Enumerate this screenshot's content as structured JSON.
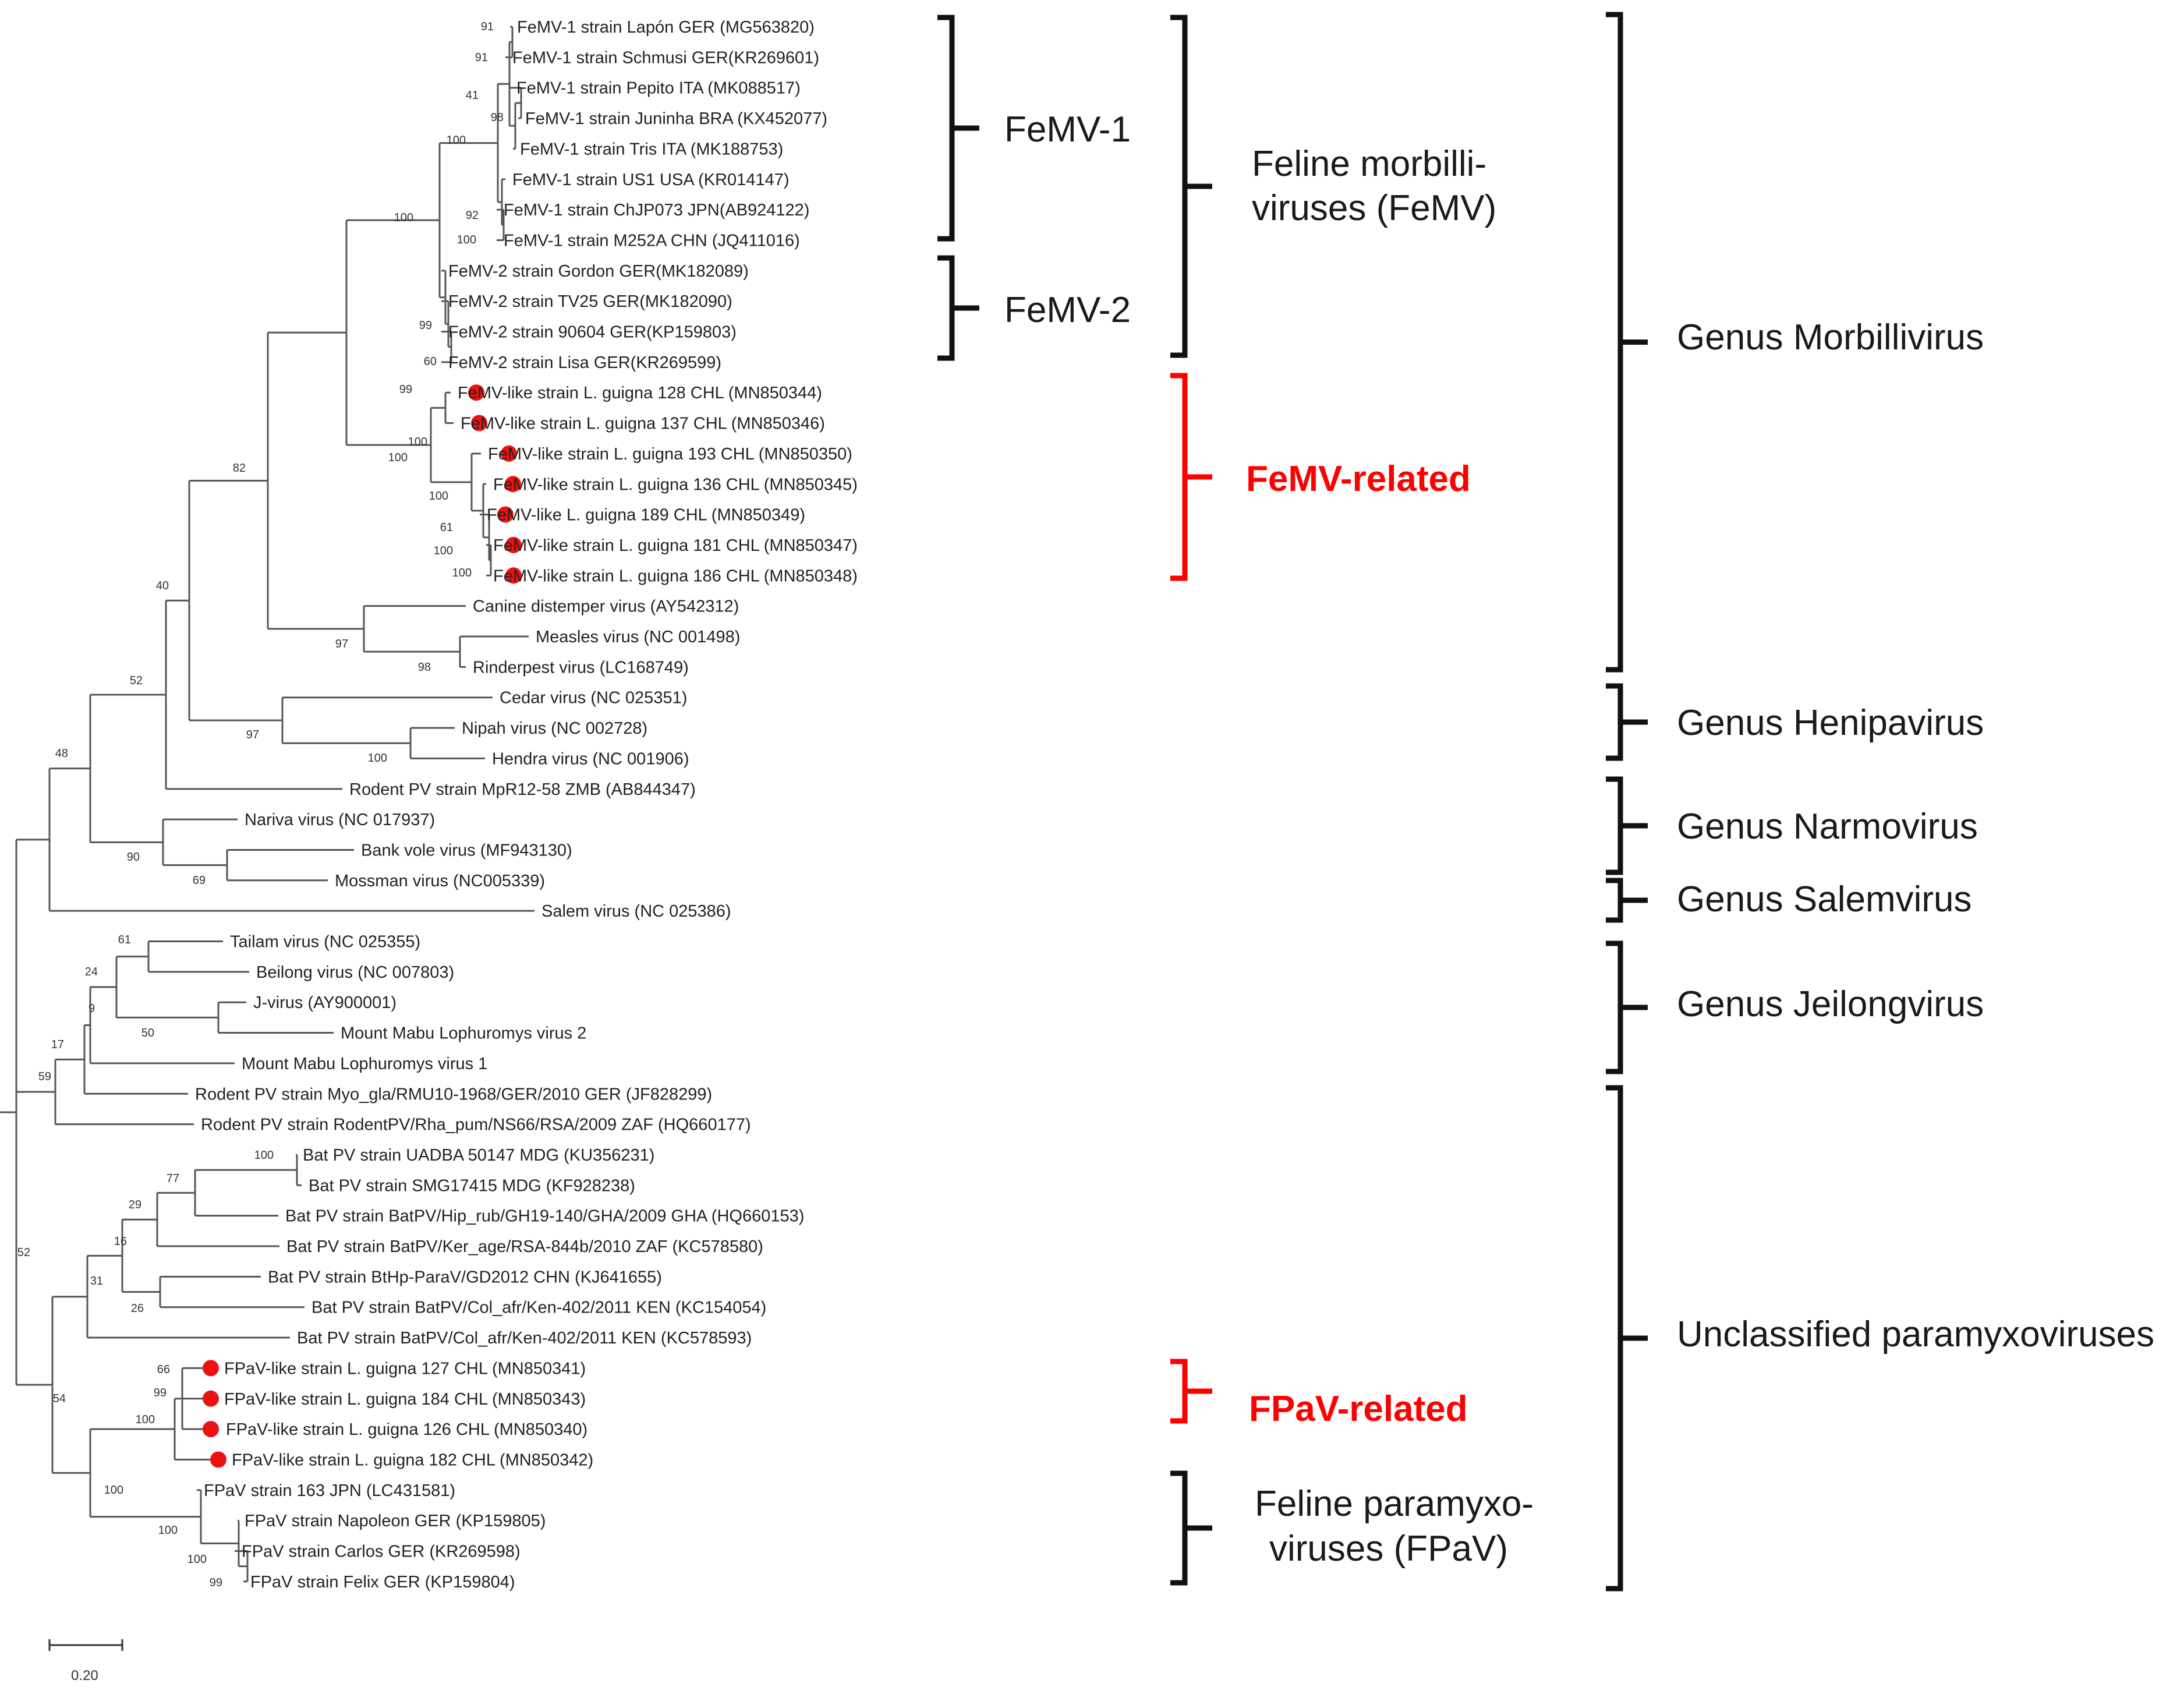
{
  "colors": {
    "branch": "#555555",
    "bracket_black": "#111111",
    "bracket_red": "#ff0000",
    "marker": "#ee1111",
    "label": "#222222"
  },
  "leaves": [
    {
      "label": "FeMV-1 strain Lapón GER (MG563820)",
      "marked": false
    },
    {
      "label": "FeMV-1 strain Schmusi GER(KR269601)",
      "marked": false
    },
    {
      "label": "FeMV-1 strain Pepito ITA (MK088517)",
      "marked": false
    },
    {
      "label": "FeMV-1 strain Juninha BRA (KX452077)",
      "marked": false
    },
    {
      "label": "FeMV-1 strain Tris ITA (MK188753)",
      "marked": false
    },
    {
      "label": "FeMV-1 strain US1 USA (KR014147)",
      "marked": false
    },
    {
      "label": "FeMV-1 strain ChJP073 JPN(AB924122)",
      "marked": false
    },
    {
      "label": "FeMV-1 strain M252A CHN (JQ411016)",
      "marked": false
    },
    {
      "label": "FeMV-2 strain Gordon GER(MK182089)",
      "marked": false
    },
    {
      "label": "FeMV-2 strain TV25 GER(MK182090)",
      "marked": false
    },
    {
      "label": "FeMV-2 strain 90604 GER(KP159803)",
      "marked": false
    },
    {
      "label": "FeMV-2 strain Lisa GER(KR269599)",
      "marked": false
    },
    {
      "label": "FeMV-like strain L. guigna 128 CHL (MN850344)",
      "marked": true
    },
    {
      "label": "FeMV-like strain L. guigna 137 CHL (MN850346)",
      "marked": true
    },
    {
      "label": "FeMV-like strain L. guigna 193 CHL (MN850350)",
      "marked": true
    },
    {
      "label": "FeMV-like strain L. guigna 136 CHL (MN850345)",
      "marked": true
    },
    {
      "label": "FeMV-like L. guigna 189 CHL (MN850349)",
      "marked": true
    },
    {
      "label": "FeMV-like strain L. guigna 181 CHL (MN850347)",
      "marked": true
    },
    {
      "label": "FeMV-like strain L. guigna 186 CHL (MN850348)",
      "marked": true
    },
    {
      "label": "Canine distemper virus (AY542312)",
      "marked": false
    },
    {
      "label": "Measles virus (NC 001498)",
      "marked": false
    },
    {
      "label": "Rinderpest virus (LC168749)",
      "marked": false
    },
    {
      "label": "Cedar virus (NC 025351)",
      "marked": false
    },
    {
      "label": "Nipah virus (NC 002728)",
      "marked": false
    },
    {
      "label": "Hendra virus (NC 001906)",
      "marked": false
    },
    {
      "label": "Rodent PV strain MpR12-58 ZMB (AB844347)",
      "marked": false
    },
    {
      "label": "Nariva virus (NC 017937)",
      "marked": false
    },
    {
      "label": "Bank vole virus (MF943130)",
      "marked": false
    },
    {
      "label": "Mossman virus (NC005339)",
      "marked": false
    },
    {
      "label": "Salem virus (NC 025386)",
      "marked": false
    },
    {
      "label": "Tailam virus (NC 025355)",
      "marked": false
    },
    {
      "label": "Beilong virus (NC 007803)",
      "marked": false
    },
    {
      "label": "J-virus (AY900001)",
      "marked": false
    },
    {
      "label": "Mount Mabu Lophuromys virus 2",
      "marked": false
    },
    {
      "label": "Mount Mabu Lophuromys virus 1",
      "marked": false
    },
    {
      "label": "Rodent PV strain Myo_gla/RMU10-1968/GER/2010 GER (JF828299)",
      "marked": false
    },
    {
      "label": "Rodent PV strain RodentPV/Rha_pum/NS66/RSA/2009 ZAF (HQ660177)",
      "marked": false
    },
    {
      "label": "Bat PV strain UADBA 50147 MDG (KU356231)",
      "marked": false
    },
    {
      "label": "Bat PV strain SMG17415 MDG (KF928238)",
      "marked": false
    },
    {
      "label": "Bat PV strain BatPV/Hip_rub/GH19-140/GHA/2009 GHA (HQ660153)",
      "marked": false
    },
    {
      "label": "Bat PV strain BatPV/Ker_age/RSA-844b/2010 ZAF (KC578580)",
      "marked": false
    },
    {
      "label": "Bat PV strain BtHp-ParaV/GD2012 CHN (KJ641655)",
      "marked": false
    },
    {
      "label": "Bat PV strain BatPV/Col_afr/Ken-402/2011 KEN (KC154054)",
      "marked": false
    },
    {
      "label": "Bat PV strain BatPV/Col_afr/Ken-402/2011 KEN (KC578593)",
      "marked": false
    },
    {
      "label": "FPaV-like strain L. guigna 127 CHL (MN850341)",
      "marked": true
    },
    {
      "label": "FPaV-like strain L. guigna 184 CHL (MN850343)",
      "marked": true
    },
    {
      "label": "FPaV-like strain L. guigna 126 CHL (MN850340)",
      "marked": true
    },
    {
      "label": "FPaV-like strain L. guigna 182 CHL (MN850342)",
      "marked": true
    },
    {
      "label": "FPaV strain 163 JPN (LC431581)",
      "marked": false
    },
    {
      "label": "FPaV strain Napoleon GER (KP159805)",
      "marked": false
    },
    {
      "label": "FPaV strain Carlos GER (KR269598)",
      "marked": false
    },
    {
      "label": "FPaV strain Felix GER (KP159804)",
      "marked": false
    }
  ],
  "bootstrap": [
    "91",
    "91",
    "41",
    "98",
    "100",
    "92",
    "100",
    "100",
    "99",
    "60",
    "99",
    "100",
    "100",
    "100",
    "61",
    "100",
    "100",
    "82",
    "40",
    "97",
    "98",
    "52",
    "97",
    "100",
    "48",
    "90",
    "69",
    "61",
    "24",
    "9",
    "50",
    "17",
    "59",
    "100",
    "77",
    "29",
    "16",
    "31",
    "26",
    "66",
    "99",
    "100",
    "52",
    "54",
    "100",
    "100",
    "100",
    "99"
  ],
  "groups": [
    {
      "label": "FeMV-1",
      "color": "black"
    },
    {
      "label": "FeMV-2",
      "color": "black"
    },
    {
      "label": "Feline morbilli-",
      "color": "black"
    },
    {
      "label": "viruses (FeMV)",
      "color": "black"
    },
    {
      "label": "FeMV-related",
      "color": "red"
    },
    {
      "label": "FPaV-related",
      "color": "red"
    },
    {
      "label": "Feline paramyxo-",
      "color": "black"
    },
    {
      "label": "viruses (FPaV)",
      "color": "black"
    },
    {
      "label": "Genus Morbillivirus",
      "color": "black"
    },
    {
      "label": "Genus Henipavirus",
      "color": "black"
    },
    {
      "label": "Genus Narmovirus",
      "color": "black"
    },
    {
      "label": "Genus Salemvirus",
      "color": "black"
    },
    {
      "label": "Genus Jeilongvirus",
      "color": "black"
    },
    {
      "label": "Unclassified paramyxoviruses",
      "color": "black"
    }
  ],
  "scale_bar": {
    "label": "0.20"
  }
}
